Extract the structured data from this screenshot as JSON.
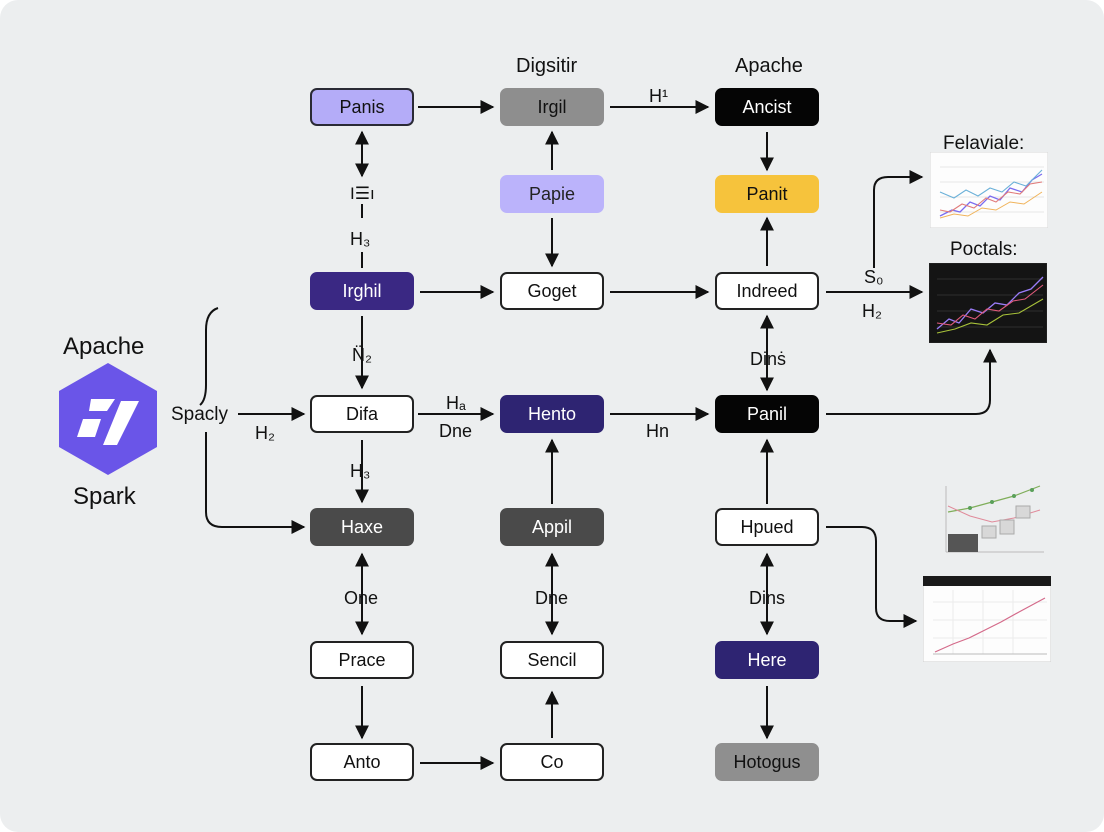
{
  "brand": {
    "top": "Apache",
    "bottom": "Spark",
    "accent": "#6a55e8"
  },
  "column_titles": [
    "Digsitir",
    "Apache"
  ],
  "nodes": {
    "panis": "Panis",
    "irgil": "Irgil",
    "ancist": "Ancist",
    "papie": "Papie",
    "panit": "Panit",
    "irghil": "Irghil",
    "goget": "Goget",
    "indreed": "Indreed",
    "difa": "Difa",
    "hento": "Hento",
    "panil": "Panil",
    "haxe": "Haxe",
    "appil": "Appil",
    "hpued": "Hpued",
    "prace": "Prace",
    "sencil": "Sencil",
    "here": "Here",
    "anto": "Anto",
    "co": "Co",
    "hotogus": "Hotogus"
  },
  "edge_labels": {
    "h1": "H¹",
    "glyph": "I☰ı",
    "h3_a": "H₃",
    "n2": "N̈₂",
    "spacly": "Spacly",
    "h2_left": "H₂",
    "ha": "Hₐ",
    "dne_a": "Dne",
    "hn": "Hn",
    "dins_a": "Dinṡ",
    "h3_b": "H₃",
    "one": "One",
    "dne_b": "Dne",
    "dins_b": "Dins",
    "so": "S₀",
    "h2_right": "H₂"
  },
  "panels": {
    "felaviale": "Felaviale:",
    "poctals": "Poctals:"
  },
  "colors": {
    "lavender": "#b4acf8",
    "yellow": "#f6c33c",
    "indigo": "#3a2883",
    "black": "#050505",
    "gray": "#8e8e8e",
    "charcoal": "#4a4a4a"
  }
}
